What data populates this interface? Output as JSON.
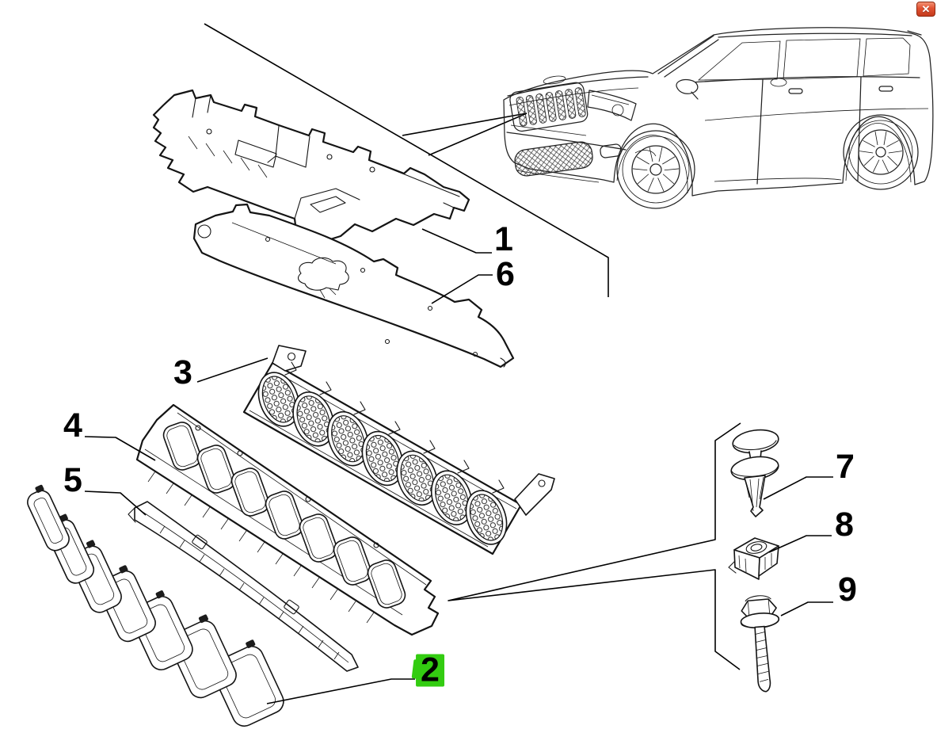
{
  "window": {
    "close_glyph": "✕"
  },
  "diagram": {
    "highlight_color": "#33CC11",
    "callouts": [
      {
        "number": "1",
        "highlighted": false
      },
      {
        "number": "2",
        "highlighted": true
      },
      {
        "number": "3",
        "highlighted": false
      },
      {
        "number": "4",
        "highlighted": false
      },
      {
        "number": "5",
        "highlighted": false
      },
      {
        "number": "6",
        "highlighted": false
      },
      {
        "number": "7",
        "highlighted": false
      },
      {
        "number": "8",
        "highlighted": false
      },
      {
        "number": "9",
        "highlighted": false
      }
    ]
  }
}
